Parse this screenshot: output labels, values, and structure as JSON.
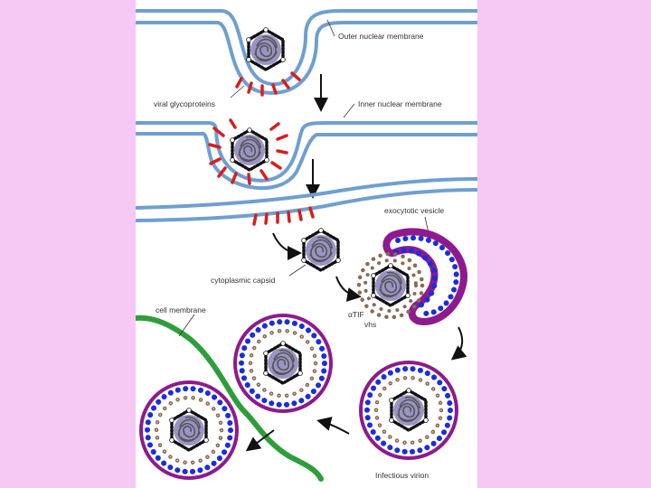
{
  "labels": {
    "outer_membrane": "Outer nuclear membrane",
    "viral_glycoproteins": "viral glycoproteins",
    "inner_membrane": "Inner nuclear membrane",
    "exocytotic_vesicle": "exocytotic vesicle",
    "cytoplasmic_capsid": "cytoplasmic capsid",
    "cell_membrane": "cell membrane",
    "alpha_tif": "αTIF",
    "vhs": "vhs",
    "infectious_virion": "Infectious virion"
  },
  "colors": {
    "page_background": "#f6c8f4",
    "figure_background": "#ffffff",
    "nuclear_membrane": "#6f9fd0",
    "glycoprotein": "#d81e1e",
    "capsid_dot": "#111111",
    "capsid_body": "#9a94c4",
    "dna_scribble": "#555555",
    "tegument": "#8a6a55",
    "vesicle_outer": "#8e1a8e",
    "vesicle_dots": "#1a2fd8",
    "cell_membrane": "#2e9e3a",
    "arrow": "#111111"
  }
}
